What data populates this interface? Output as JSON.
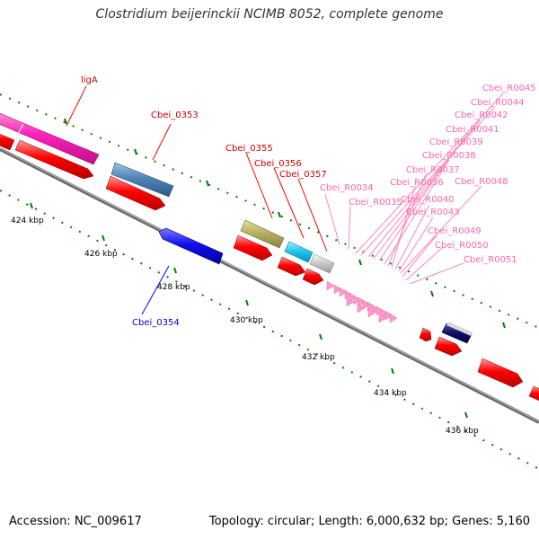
{
  "title": "Clostridium beijerinckii NCIMB 8052, complete genome",
  "footer": {
    "accession": "Accession: NC_009617",
    "summary": "Topology: circular; Length: 6,000,632 bp; Genes: 5,160"
  },
  "colors": {
    "cds": "#ff0000",
    "backbone": "#808080",
    "tick": "#008000",
    "label_red": "#cc0000",
    "label_pink": "#ff66aa",
    "label_blue": "#0000cc"
  },
  "kbp_labels": [
    "424 kbp",
    "426 kbp",
    "428 kbp",
    "430 kbp",
    "432 kbp",
    "434 kbp",
    "436 kbp"
  ],
  "gene_labels": {
    "ligA": "ligA",
    "Cbei_0353": "Cbei_0353",
    "Cbei_0354": "Cbei_0354",
    "Cbei_0355": "Cbei_0355",
    "Cbei_0356": "Cbei_0356",
    "Cbei_0357": "Cbei_0357",
    "Cbei_R0034": "Cbei_R0034",
    "Cbei_R0035": "Cbei_R0035",
    "Cbei_R0036": "Cbei_R0036",
    "Cbei_R0037": "Cbei_R0037",
    "Cbei_R0038": "Cbei_R0038",
    "Cbei_R0039": "Cbei_R0039",
    "Cbei_R0040": "Cbei_R0040",
    "Cbei_R0041": "Cbei_R0041",
    "Cbei_R0042": "Cbei_R0042",
    "Cbei_R0043": "Cbei_R0043",
    "Cbei_R0044": "Cbei_R0044",
    "Cbei_R0045": "Cbei_R0045",
    "Cbei_R0048": "Cbei_R0048",
    "Cbei_R0049": "Cbei_R0049",
    "Cbei_R0050": "Cbei_R0050",
    "Cbei_R0051": "Cbei_R0051"
  }
}
